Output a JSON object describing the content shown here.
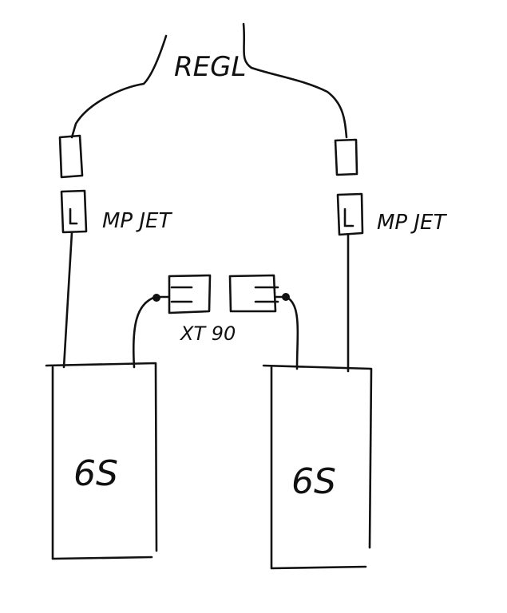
{
  "labels": {
    "regulator": "REGL",
    "connector_left": "MP JET",
    "connector_right": "MP JET",
    "series_connector": "XT 90",
    "battery_left": "6S",
    "battery_right": "6S"
  }
}
